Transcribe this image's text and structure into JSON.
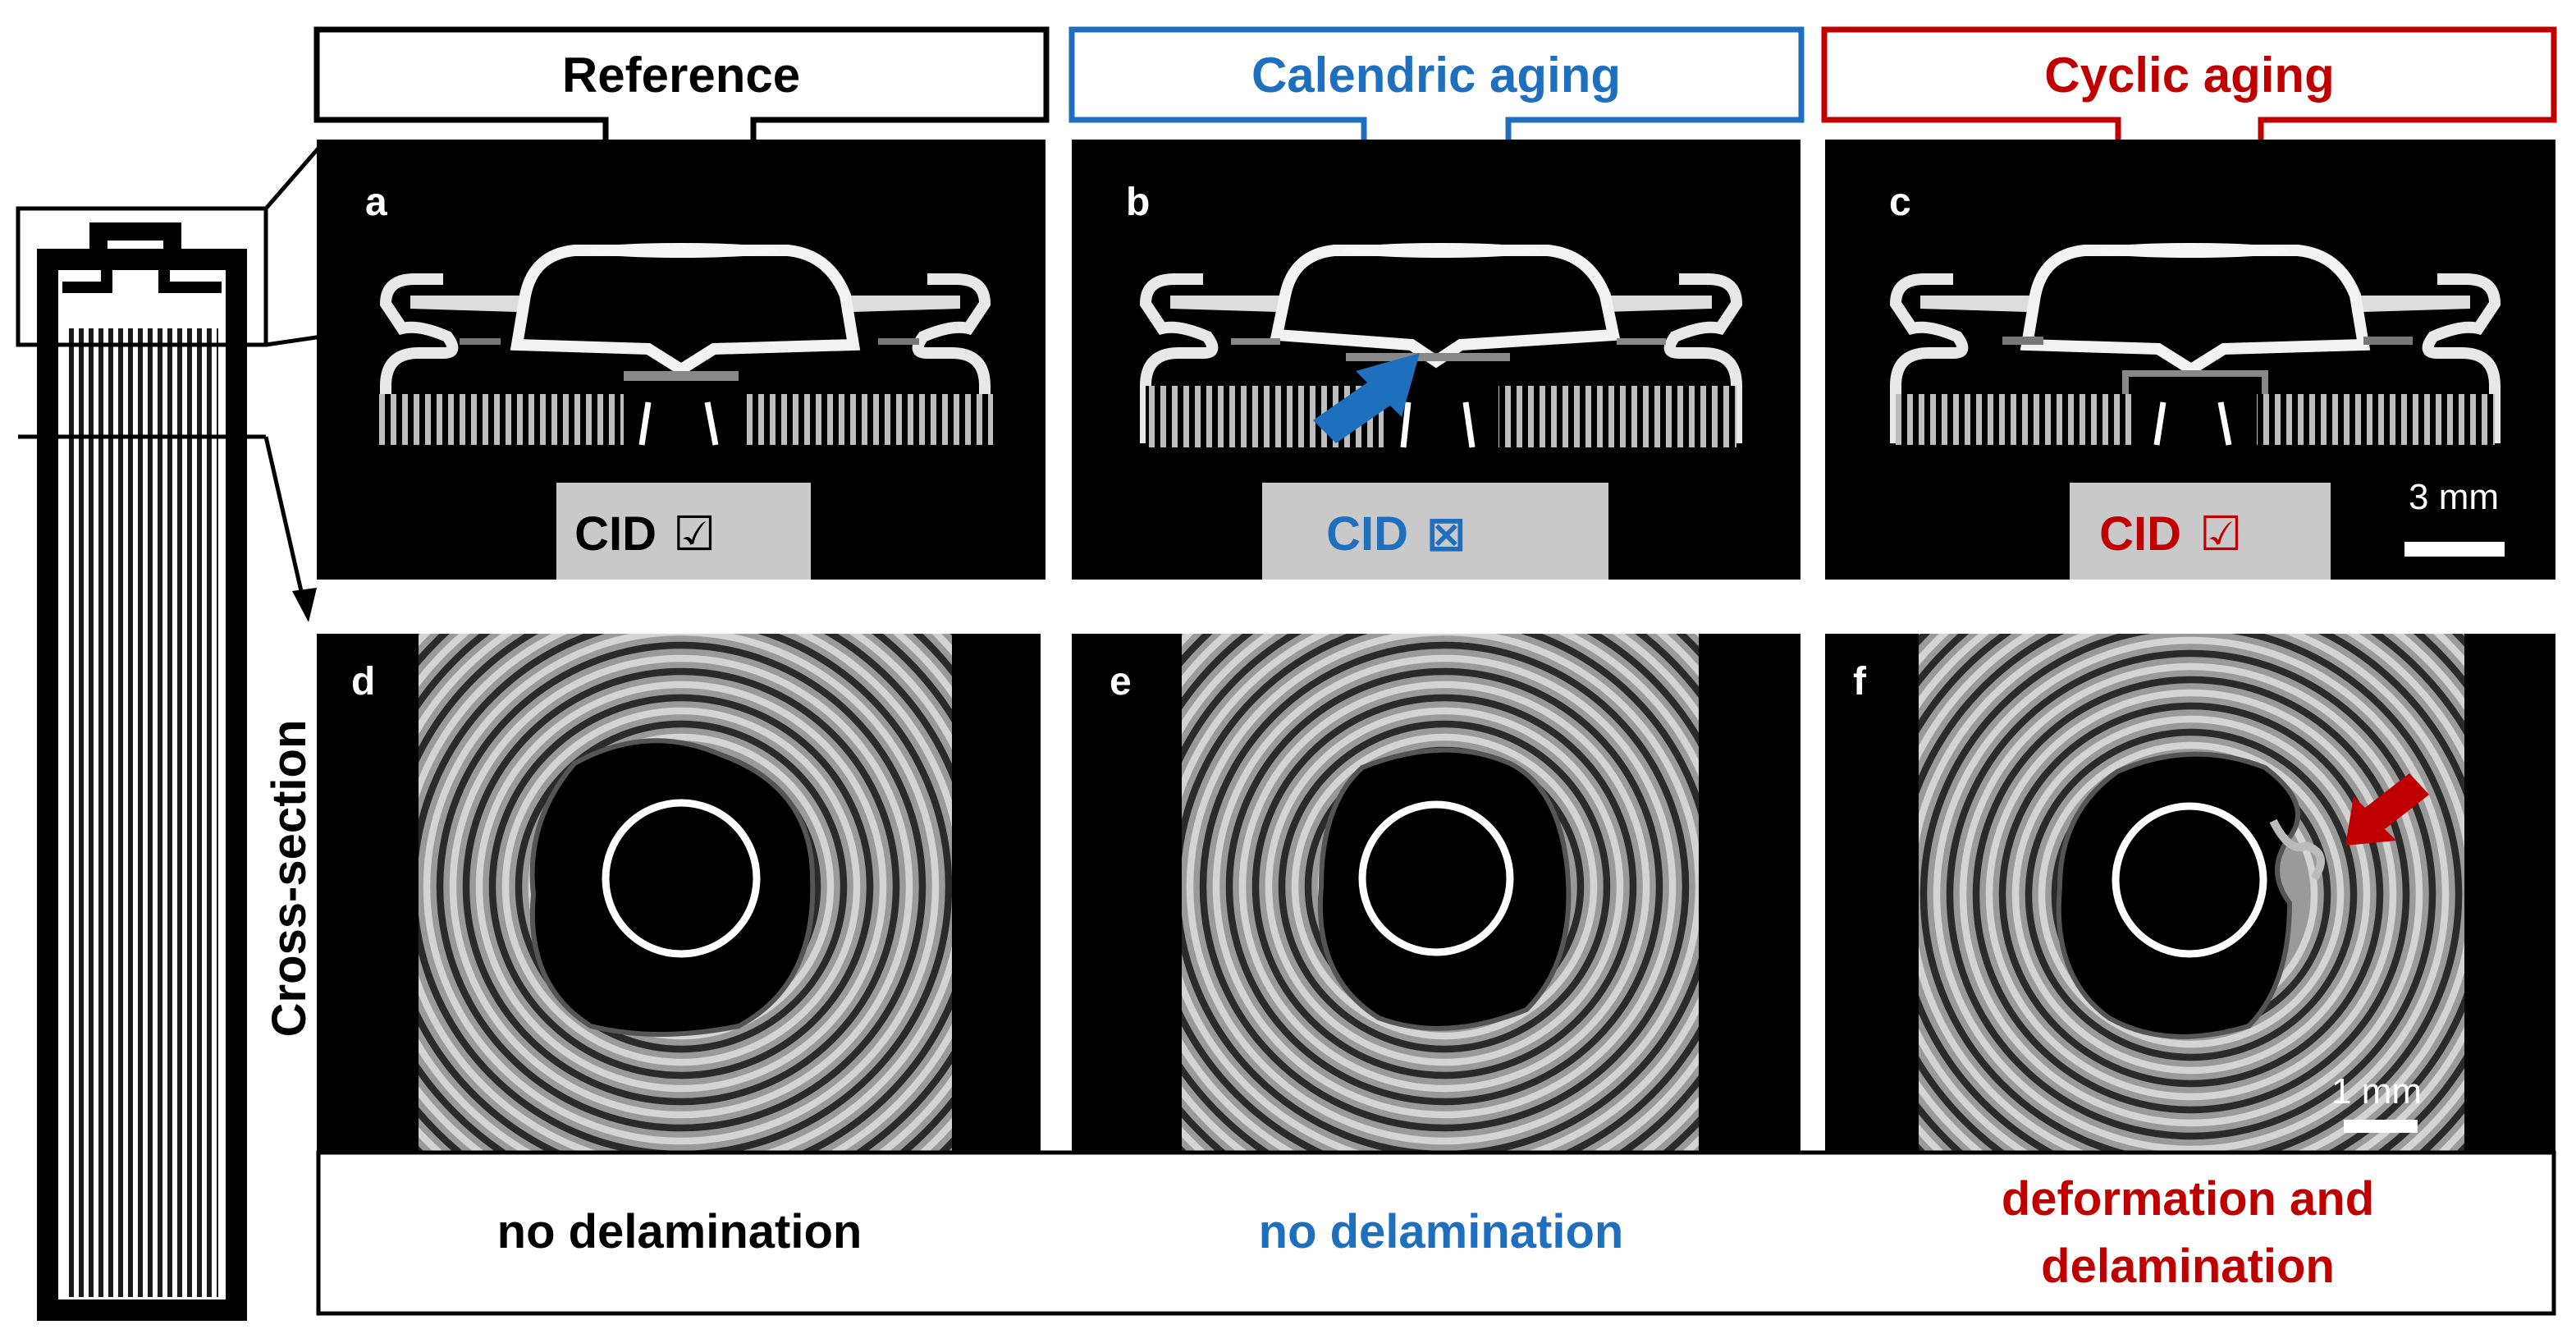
{
  "columns": [
    {
      "title": "Reference",
      "color": "#000000",
      "panel_top": "a",
      "panel_bottom": "d",
      "cid_label": "CID",
      "cid_symbol": "☑",
      "caption_lines": [
        "no delamination"
      ]
    },
    {
      "title": "Calendric aging",
      "color": "#1f6fbf",
      "panel_top": "b",
      "panel_bottom": "e",
      "cid_label": "CID",
      "cid_symbol": "⊠",
      "caption_lines": [
        "no delamination"
      ]
    },
    {
      "title": "Cyclic aging",
      "color": "#c00000",
      "panel_top": "c",
      "panel_bottom": "f",
      "cid_label": "CID",
      "cid_symbol": "☑",
      "caption_lines": [
        "deformation and",
        "delamination"
      ]
    }
  ],
  "side_label": "Cross-section",
  "scalebars": {
    "top": "3 mm",
    "bottom": "1 mm"
  },
  "arrow_colors": {
    "calendric": "#1f6fbf",
    "cyclic": "#c00000"
  }
}
